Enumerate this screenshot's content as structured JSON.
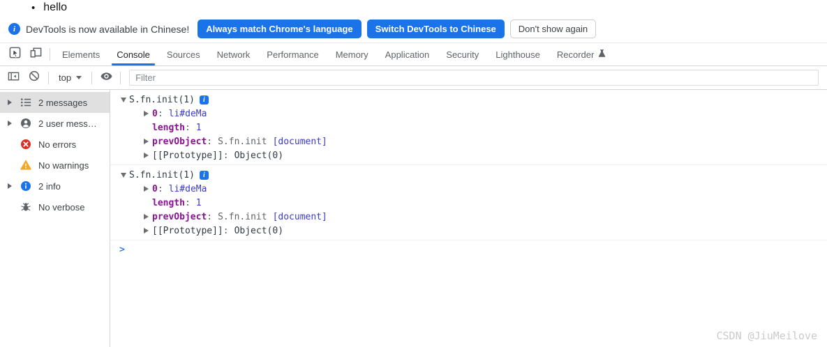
{
  "page_content": {
    "bullet_item": "hello"
  },
  "infobar": {
    "message": "DevTools is now available in Chinese!",
    "match_button": "Always match Chrome's language",
    "switch_button": "Switch DevTools to Chinese",
    "dismiss_button": "Don't show again"
  },
  "tabbar": {
    "tabs": [
      {
        "label": "Elements"
      },
      {
        "label": "Console"
      },
      {
        "label": "Sources"
      },
      {
        "label": "Network"
      },
      {
        "label": "Performance"
      },
      {
        "label": "Memory"
      },
      {
        "label": "Application"
      },
      {
        "label": "Security"
      },
      {
        "label": "Lighthouse"
      },
      {
        "label": "Recorder"
      }
    ],
    "active_tab": "Console"
  },
  "console_toolbar": {
    "context_selector": "top",
    "filter_placeholder": "Filter"
  },
  "sidebar": {
    "items": [
      {
        "label": "2 messages",
        "icon": "list-icon",
        "expandable": true,
        "selected": true
      },
      {
        "label": "2 user mess…",
        "icon": "user-icon",
        "expandable": true,
        "selected": false
      },
      {
        "label": "No errors",
        "icon": "error-icon",
        "expandable": false,
        "selected": false
      },
      {
        "label": "No warnings",
        "icon": "warning-icon",
        "expandable": false,
        "selected": false
      },
      {
        "label": "2 info",
        "icon": "info-icon",
        "expandable": true,
        "selected": false
      },
      {
        "label": "No verbose",
        "icon": "verbose-icon",
        "expandable": false,
        "selected": false
      }
    ]
  },
  "console": {
    "separator": ":",
    "prompt": ">",
    "entries": [
      {
        "header": "S.fn.init(1)",
        "badge": "i",
        "properties": [
          {
            "name": "0",
            "value": "li#deMa"
          },
          {
            "name": "length",
            "value": "1"
          },
          {
            "name": "prevObject",
            "value": "S.fn.init",
            "annotation": "[document]"
          },
          {
            "name": "[[Prototype]]",
            "value": "Object(0)"
          }
        ]
      },
      {
        "header": "S.fn.init(1)",
        "badge": "i",
        "properties": [
          {
            "name": "0",
            "value": "li#deMa"
          },
          {
            "name": "length",
            "value": "1"
          },
          {
            "name": "prevObject",
            "value": "S.fn.init",
            "annotation": "[document]"
          },
          {
            "name": "[[Prototype]]",
            "value": "Object(0)"
          }
        ]
      }
    ]
  },
  "watermark": "CSDN @JiuMeilove",
  "colors": {
    "accent_blue": "#1a73e8",
    "error_red": "#d93025",
    "warning_yellow": "#f5a623",
    "property_purple": "#881391",
    "value_navy": "#3b3bc4",
    "function_gray": "#5f6368",
    "selected_row_gray": "#e0e0e0"
  }
}
